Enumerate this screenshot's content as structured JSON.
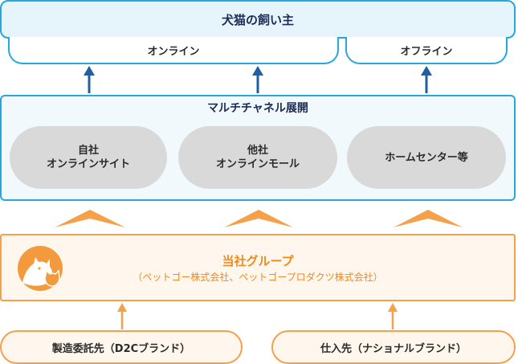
{
  "top": {
    "title": "犬猫の飼い主",
    "online": "オンライン",
    "offline": "オフライン"
  },
  "multichannel": {
    "title": "マルチチャネル展開",
    "channels": [
      {
        "line1": "自社",
        "line2": "オンラインサイト"
      },
      {
        "line1": "他社",
        "line2": "オンラインモール"
      },
      {
        "line1": "ホームセンター等",
        "line2": ""
      }
    ]
  },
  "group": {
    "title": "当社グループ",
    "subtitle": "（ペットゴー株式会社、ペットゴープロダクツ株式会社）"
  },
  "sources": {
    "left": "製造委託先（D2Cブランド）",
    "right": "仕入先（ナショナルブランド）"
  },
  "colors": {
    "blue": "#27a7de",
    "dark_blue_arrow": "#1f5fa3",
    "orange": "#f5a04a",
    "gray_pill": "#d9d9d9"
  }
}
